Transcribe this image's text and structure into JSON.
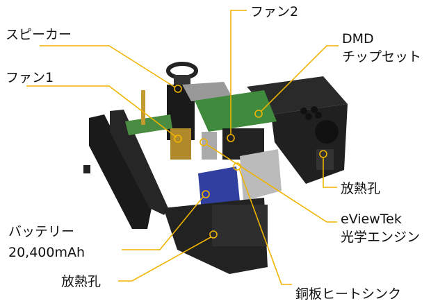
{
  "labels": {
    "speaker": "スピーカー",
    "fan1": "ファン1",
    "fan2": "ファン2",
    "dmd_line1": "DMD",
    "dmd_line2": "チップセット",
    "vent_right": "放熱孔",
    "engine_line1": "eViewTek",
    "engine_line2": "光学エンジン",
    "battery_line1": "バッテリー",
    "battery_line2": "20,400mAh",
    "vent_left": "放熱孔",
    "heatsink": "銅板ヒートシンク"
  },
  "colors": {
    "leader": "#f0b400",
    "body": "#1e1e1e",
    "pcb": "#3f8a3c",
    "battery": "#3140a0"
  }
}
